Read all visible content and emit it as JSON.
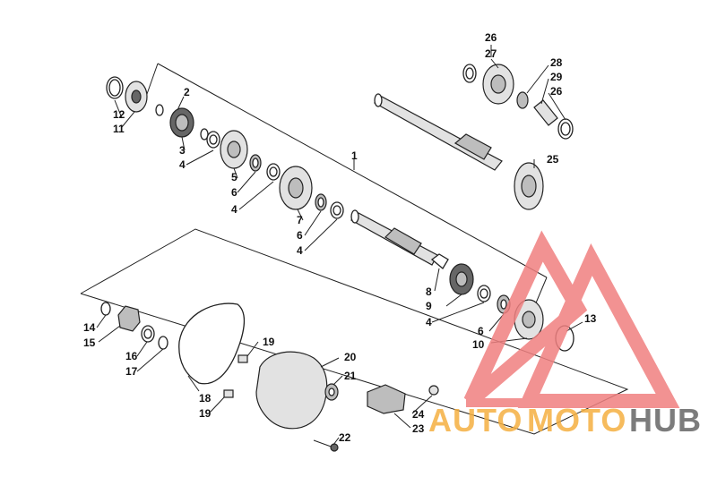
{
  "labels": {
    "l1": "1",
    "l2": "2",
    "l3": "3",
    "l4a": "4",
    "l4b": "4",
    "l4c": "4",
    "l4d": "4",
    "l5": "5",
    "l6a": "6",
    "l6b": "6",
    "l6c": "6",
    "l7": "7",
    "l8": "8",
    "l9": "9",
    "l10": "10",
    "l11": "11",
    "l12": "12",
    "l13": "13",
    "l14": "14",
    "l15": "15",
    "l16": "16",
    "l17": "17",
    "l18": "18",
    "l19a": "19",
    "l19b": "19",
    "l20": "20",
    "l21": "21",
    "l22": "22",
    "l23": "23",
    "l24": "24",
    "l25": "25",
    "l26a": "26",
    "l26b": "26",
    "l27": "27",
    "l28": "28",
    "l29": "29"
  },
  "watermark": {
    "auto": "AUTO",
    "moto": "MOTO",
    "hub": "HUB",
    "triangle_color": "#f08080",
    "text_color": "#f5b041",
    "hub_color": "#666666"
  }
}
